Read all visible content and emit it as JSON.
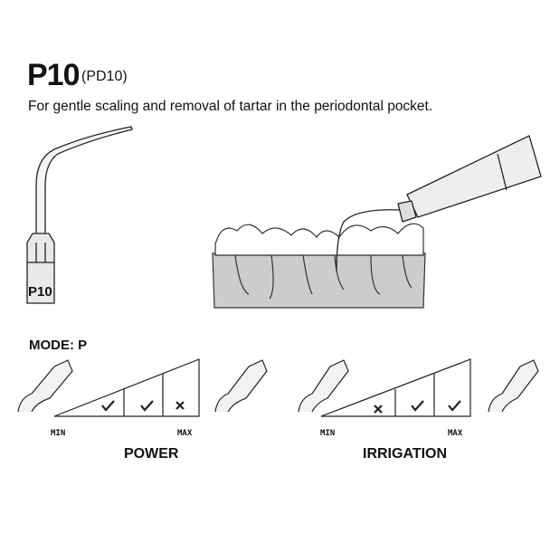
{
  "header": {
    "title": "P10",
    "code": "(PD10)",
    "description": "For gentle scaling and removal of tartar in the periodontal pocket."
  },
  "tip_label": "P10",
  "mode": "MODE: P",
  "power": {
    "label": "POWER",
    "min": "MIN",
    "max": "MAX",
    "levels": [
      "check",
      "check",
      "cross"
    ]
  },
  "irrigation": {
    "label": "IRRIGATION",
    "min": "MIN",
    "max": "MAX",
    "levels": [
      "cross",
      "check",
      "check"
    ]
  }
}
